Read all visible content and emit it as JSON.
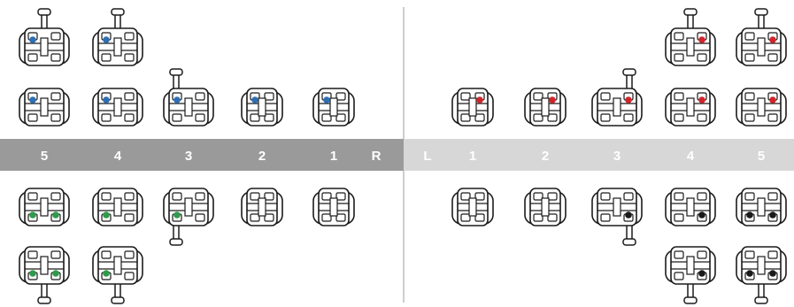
{
  "band": {
    "right_color": "#9a9a9a",
    "left_color": "#d7d7d7",
    "divider_color": "#bdbdbd"
  },
  "labels": {
    "right_side": [
      "5",
      "4",
      "3",
      "2",
      "1",
      "R"
    ],
    "left_side": [
      "L",
      "1",
      "2",
      "3",
      "4",
      "5"
    ]
  },
  "colors": {
    "upper_right_dot": "#2f6fb3",
    "upper_left_dot": "#d0262b",
    "lower_right_dot": "#2f9a4a",
    "lower_left_dot": "#1a1a1a",
    "line": "#1c1c1c"
  },
  "brackets": {
    "upper_right_row1": [
      {
        "tooth": "5",
        "dots": 1,
        "hook": true
      },
      {
        "tooth": "4",
        "dots": 1,
        "hook": true
      }
    ],
    "upper_right_row2": [
      {
        "tooth": "5",
        "dots": 1,
        "hook": false
      },
      {
        "tooth": "4",
        "dots": 1,
        "hook": false
      },
      {
        "tooth": "3",
        "dots": 1,
        "hook": true
      },
      {
        "tooth": "2",
        "dots": 1,
        "hook": false
      },
      {
        "tooth": "1",
        "dots": 1,
        "hook": false
      }
    ],
    "upper_left_row1": [
      {
        "tooth": "4",
        "dots": 1,
        "hook": true
      },
      {
        "tooth": "5",
        "dots": 1,
        "hook": true
      }
    ],
    "upper_left_row2": [
      {
        "tooth": "1",
        "dots": 1,
        "hook": false
      },
      {
        "tooth": "2",
        "dots": 1,
        "hook": false
      },
      {
        "tooth": "3",
        "dots": 1,
        "hook": true
      },
      {
        "tooth": "4",
        "dots": 1,
        "hook": false
      },
      {
        "tooth": "5",
        "dots": 1,
        "hook": false
      }
    ],
    "lower_right_row1": [
      {
        "tooth": "5",
        "dots": 2,
        "hook": false
      },
      {
        "tooth": "4",
        "dots": 1,
        "hook": false
      },
      {
        "tooth": "3",
        "dots": 1,
        "hook": true
      },
      {
        "tooth": "2",
        "dots": 0,
        "hook": false
      },
      {
        "tooth": "1",
        "dots": 0,
        "hook": false
      }
    ],
    "lower_right_row2": [
      {
        "tooth": "5",
        "dots": 2,
        "hook": true
      },
      {
        "tooth": "4",
        "dots": 1,
        "hook": true
      }
    ],
    "lower_left_row1": [
      {
        "tooth": "1",
        "dots": 0,
        "hook": false
      },
      {
        "tooth": "2",
        "dots": 0,
        "hook": false
      },
      {
        "tooth": "3",
        "dots": 1,
        "hook": true
      },
      {
        "tooth": "4",
        "dots": 1,
        "hook": false
      },
      {
        "tooth": "5",
        "dots": 2,
        "hook": false
      }
    ],
    "lower_left_row2": [
      {
        "tooth": "4",
        "dots": 1,
        "hook": true
      },
      {
        "tooth": "5",
        "dots": 2,
        "hook": true
      }
    ]
  }
}
